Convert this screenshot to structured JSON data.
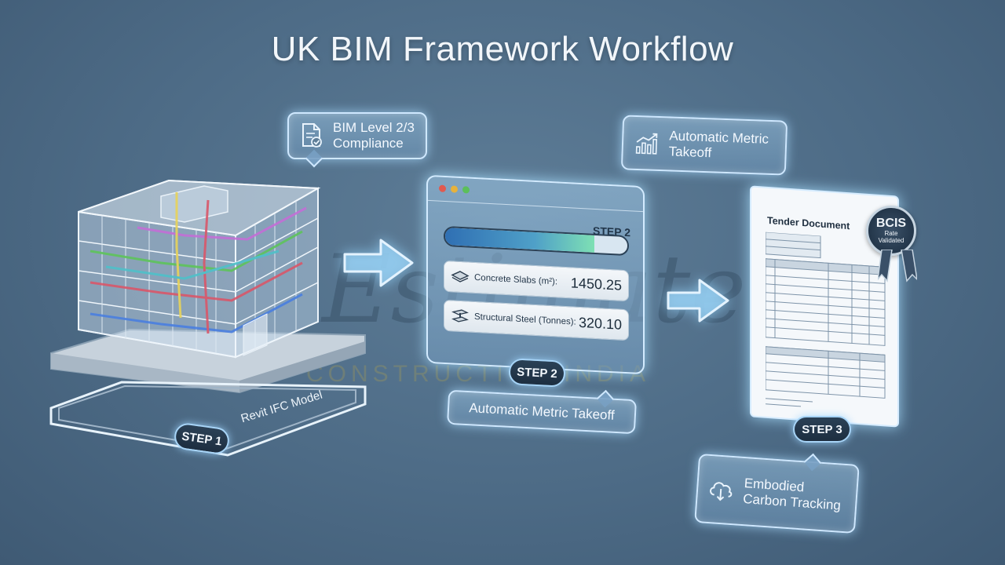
{
  "title": "UK BIM Framework Workflow",
  "callouts": {
    "compliance": "BIM Level 2/3\nCompliance",
    "takeoff_top": "Automatic Metric\nTakeoff",
    "takeoff_bottom": "Automatic Metric Takeoff",
    "carbon": "Embodied\nCarbon Tracking"
  },
  "step1": {
    "pill": "STEP 1",
    "label": "Revit IFC Model"
  },
  "step2": {
    "pill": "STEP 2",
    "window_step": "STEP 2",
    "progress_fraction": 0.82,
    "metrics": [
      {
        "label": "Concrete Slabs (m²):",
        "value": "1450.25"
      },
      {
        "label": "Structural Steel (Tonnes):",
        "value": "320.10"
      }
    ]
  },
  "step3": {
    "pill": "STEP 3",
    "doc_title": "Tender Document",
    "badge_main": "BCIS",
    "badge_sub": "Rate\nValidated"
  },
  "watermark": {
    "brand": "Estimate",
    "sub": "CONSTRUCTION INDIA"
  },
  "colors": {
    "accent_glow": "#cfe8ff",
    "pill_bg": "#1d2e40",
    "dot_red": "#e05a4f",
    "dot_yellow": "#e6b23c",
    "dot_green": "#5cbf5a"
  },
  "icons": {
    "compliance": "document-check-icon",
    "takeoff": "chart-growth-icon",
    "carbon": "cloud-leaf-icon",
    "slab": "slab-layers-icon",
    "steel": "steel-beam-icon"
  }
}
